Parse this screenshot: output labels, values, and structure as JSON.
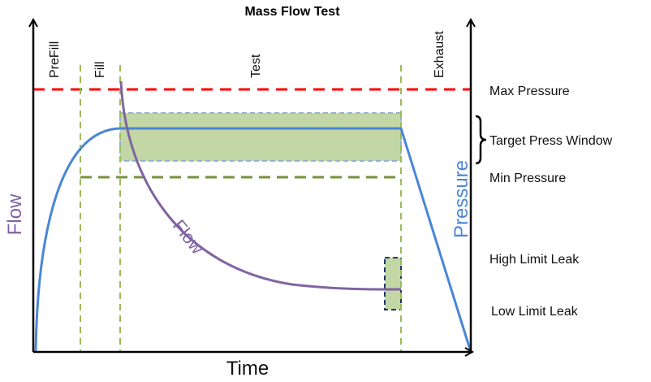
{
  "title": "Mass Flow Test",
  "phases": [
    "PreFill",
    "Fill",
    "Test",
    "Exhaust"
  ],
  "axes": {
    "x_label": "Time",
    "left_label": "Flow",
    "right_label": "Pressure"
  },
  "curve_label": "Flow",
  "right_labels": {
    "max_pressure": "Max Pressure",
    "target_window": "Target Press Window",
    "min_pressure": "Min Pressure",
    "high_limit_leak": "High Limit Leak",
    "low_limit_leak": "Low Limit Leak"
  },
  "colors": {
    "pressure": "#4a86d6",
    "flow": "#8064a2",
    "max": "#ff0000",
    "phase": "#9bbb59",
    "min": "#77933c",
    "window": "#c3d6a5"
  }
}
